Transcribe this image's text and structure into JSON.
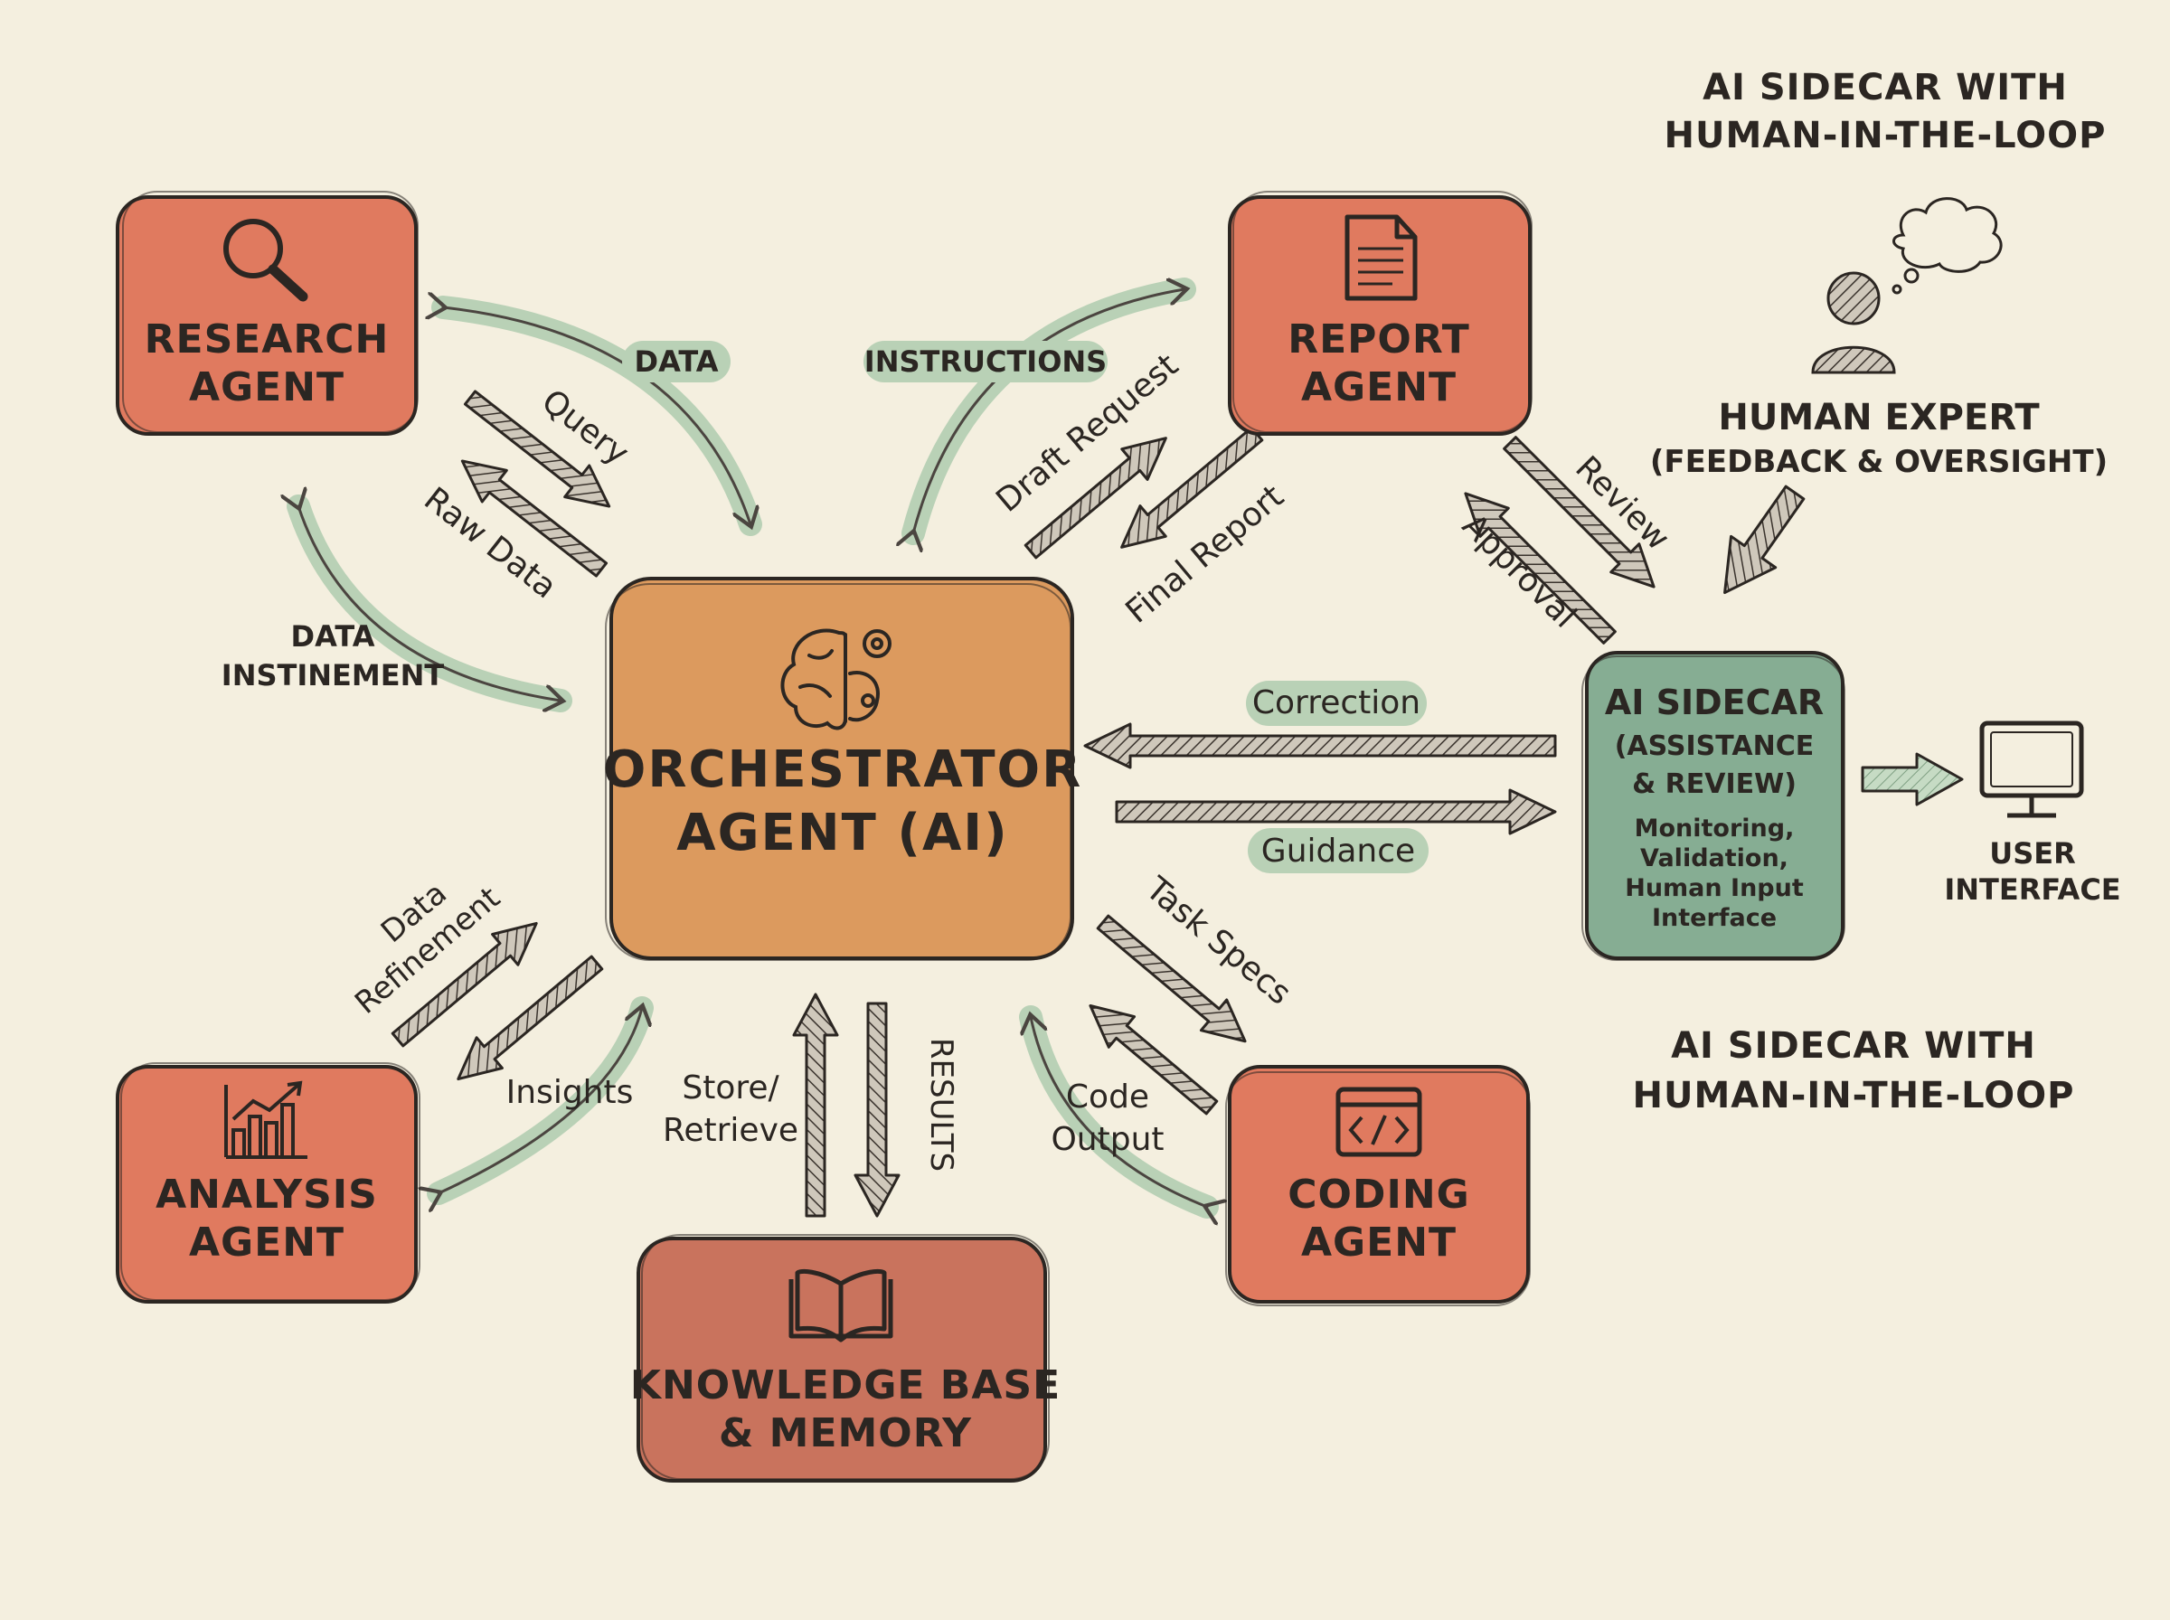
{
  "colors": {
    "background": "#f4efdf",
    "agent_box": "#e07a5f",
    "orchestrator_box": "#dc9a5e",
    "knowledge_box": "#c9735d",
    "sidecar_box": "#86ad93",
    "green_arrow": "#b9d1b6",
    "outline": "#2b2622"
  },
  "title": {
    "top": [
      "AI SIDECAR WITH",
      "HUMAN-IN-THE-LOOP"
    ],
    "bottom": [
      "AI SIDECAR WITH",
      "HUMAN-IN-THE-LOOP"
    ]
  },
  "nodes": {
    "research": {
      "lines": [
        "RESEARCH",
        "AGENT"
      ],
      "icon": "magnifier-icon"
    },
    "report": {
      "lines": [
        "REPORT",
        "AGENT"
      ],
      "icon": "document-icon"
    },
    "orchestrator": {
      "lines": [
        "ORCHESTRATOR",
        "AGENT (AI)"
      ],
      "icon": "brain-gear-icon"
    },
    "analysis": {
      "lines": [
        "ANALYSIS",
        "AGENT"
      ],
      "icon": "bar-chart-icon"
    },
    "coding": {
      "lines": [
        "CODING",
        "AGENT"
      ],
      "icon": "code-window-icon"
    },
    "knowledge": {
      "lines": [
        "KNOWLEDGE BASE",
        "& MEMORY"
      ],
      "icon": "open-book-icon"
    },
    "sidecar": {
      "lines": [
        "AI SIDECAR",
        "(ASSISTANCE",
        "& REVIEW)"
      ],
      "sub": [
        "Monitoring,",
        "Validation,",
        "Human Input",
        "Interface"
      ]
    },
    "human": {
      "lines": [
        "HUMAN EXPERT",
        "(FEEDBACK & OVERSIGHT)"
      ],
      "icon": "person-thought-icon"
    },
    "ui": {
      "lines": [
        "USER",
        "INTERFACE"
      ],
      "icon": "monitor-icon"
    }
  },
  "edges": {
    "data": "DATA",
    "instructions": "INSTRUCTIONS",
    "query": "Query",
    "raw_data": "Raw Data",
    "draft_request": "Draft Request",
    "final_report": "Final Report",
    "data_instinement": [
      "DATA",
      "INSTINEMENT"
    ],
    "review": "Review",
    "approval": "Approval",
    "correction": "Correction",
    "guidance": "Guidance",
    "data_refinement": [
      "Data",
      "Refinement"
    ],
    "insights": "Insights",
    "store_retrieve": [
      "Store/",
      "Retrieve"
    ],
    "results": "RESULTS",
    "task_specs": "Task Specs",
    "code_output": [
      "Code",
      "Output"
    ]
  }
}
